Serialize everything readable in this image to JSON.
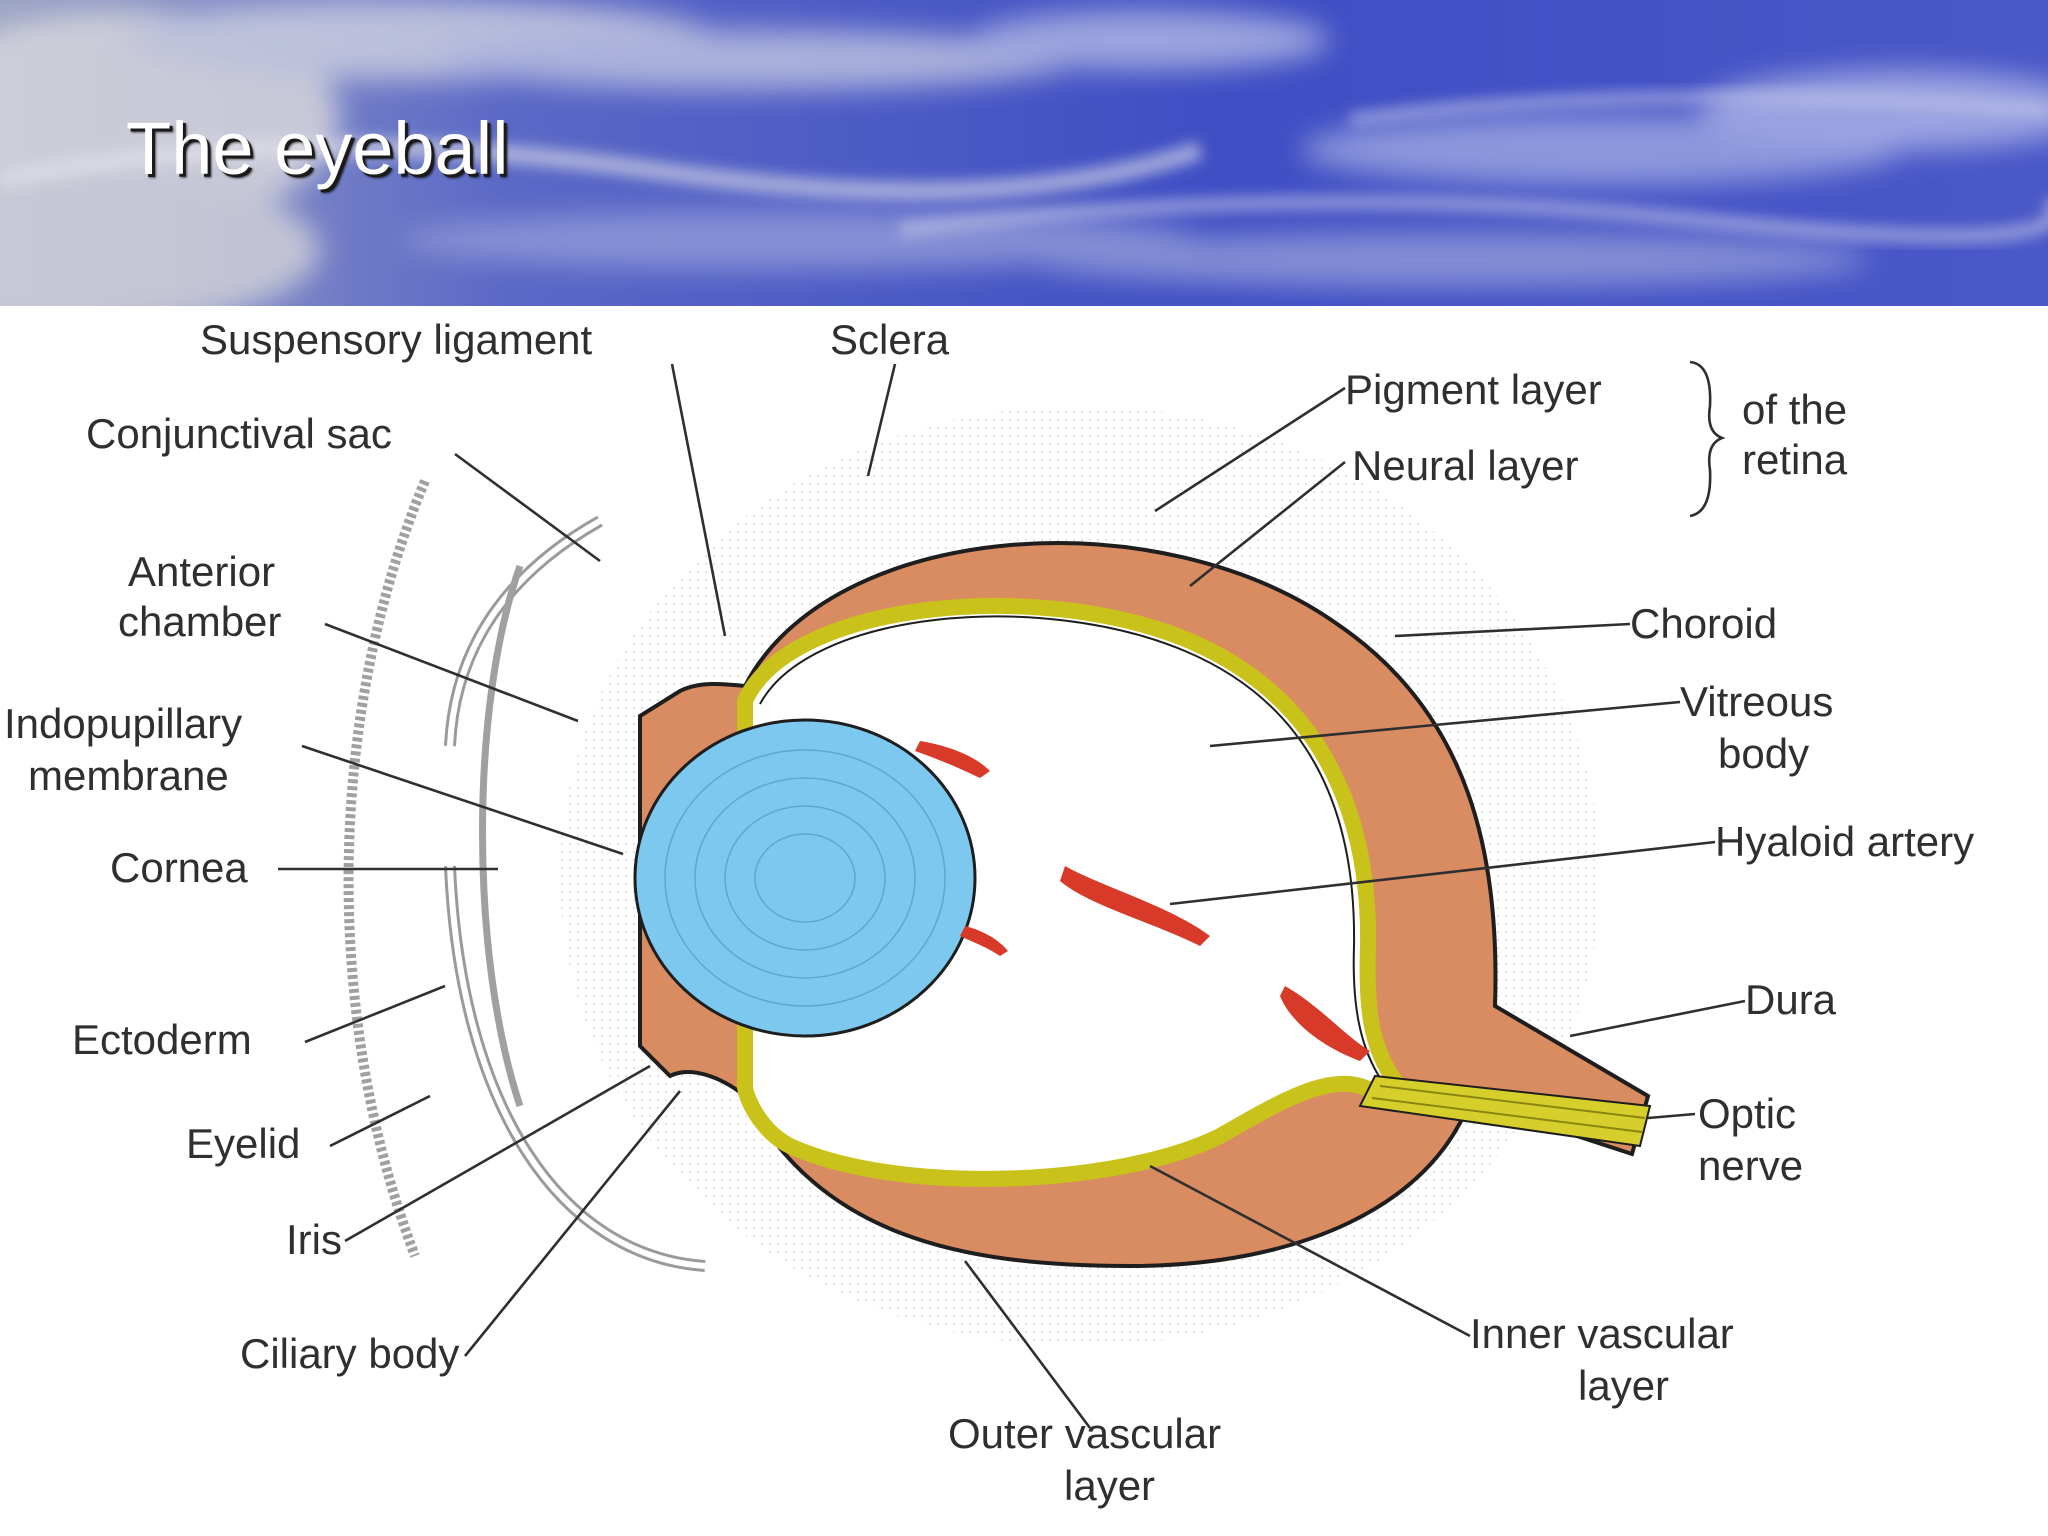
{
  "slide": {
    "title": "The eyeball"
  },
  "diagram": {
    "labels": {
      "suspensory_ligament": "Suspensory ligament",
      "sclera": "Sclera",
      "pigment_layer": "Pigment layer",
      "neural_layer": "Neural layer",
      "of_the": "of the",
      "retina": "retina",
      "conjunctival_sac": "Conjunctival sac",
      "anterior": "Anterior",
      "chamber": "chamber",
      "indopupillary": "Indopupillary",
      "membrane": "membrane",
      "cornea": "Cornea",
      "ectoderm": "Ectoderm",
      "eyelid": "Eyelid",
      "iris": "Iris",
      "ciliary_body": "Ciliary body",
      "choroid": "Choroid",
      "vitreous": "Vitreous",
      "body": "body",
      "hyaloid_artery": "Hyaloid artery",
      "dura": "Dura",
      "optic": "Optic",
      "nerve": "nerve",
      "inner_vascular": "Inner vascular",
      "inner_layer": "layer",
      "outer_vascular": "Outer vascular",
      "outer_layer": "layer"
    },
    "colors": {
      "banner_blue": "#3d4fc0",
      "banner_cloud": "#c8c9d8",
      "lens": "#7cc8ee",
      "choroid": "#d98b62",
      "retina": "#c9c21a",
      "vessel": "#d83a2a",
      "ink": "#2f2f2f"
    }
  }
}
